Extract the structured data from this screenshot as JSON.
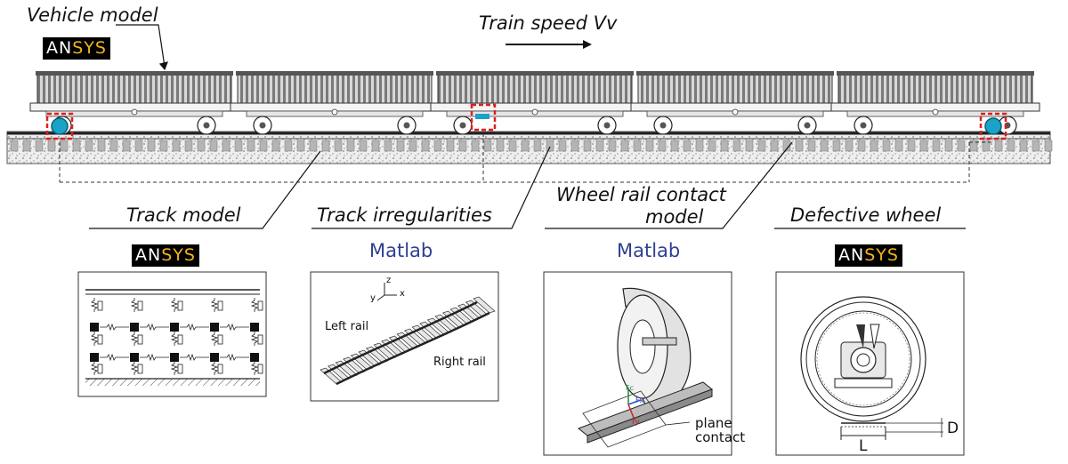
{
  "labels": {
    "vehicle_model": "Vehicle model",
    "train_speed": "Train speed Vv",
    "track_model": "Track model",
    "track_irregularities": "Track irregularities",
    "wheel_rail_contact_line1": "Wheel rail contact",
    "wheel_rail_contact_line2": "model",
    "defective_wheel": "Defective wheel"
  },
  "software": {
    "ansys_an": "AN",
    "ansys_sys": "SYS",
    "matlab": "Matlab"
  },
  "panels": {
    "irregularities": {
      "axis_z": "z",
      "axis_x": "x",
      "axis_y": "y",
      "left_rail": "Left rail",
      "right_rail": "Right rail"
    },
    "contact": {
      "fc": "Fc",
      "fx": "Fx",
      "fy": "Fy",
      "plane_contact_line1": "plane",
      "plane_contact_line2": "contact"
    },
    "defect": {
      "length": "L",
      "depth": "D"
    }
  },
  "train": {
    "wagon_count": 5,
    "highlight_markers": 3
  },
  "colors": {
    "ansys_accent": "#f2b41b",
    "matlab_blue": "#2e3f93",
    "highlight_red": "#e11d1d",
    "wheel_cyan": "#1aa3c8"
  }
}
